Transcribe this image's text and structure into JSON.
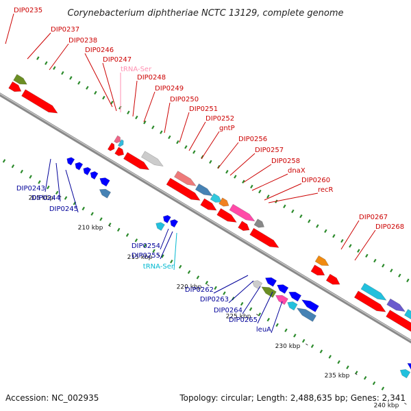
{
  "title": "Corynebacterium diphtheriae NCTC 13129, complete genome",
  "footer": {
    "accession": "Accession: NC_002935",
    "summary": "Topology: circular; Length: 2,488,635 bp; Genes: 2,341"
  },
  "colors": {
    "forward_gene": "#ff0000",
    "reverse_gene": "#0000ff",
    "backbone": "#888888",
    "gc_tick": "#2b8a2b",
    "label_forward": "#cc0000",
    "label_reverse": "#000099",
    "label_trna_forward": "#ff8fb0",
    "label_trna_reverse": "#00b8d0"
  },
  "tick_labels": [
    "205 kbp",
    "210 kbp",
    "215 kbp",
    "220 kbp",
    "225 kbp",
    "230 kbp",
    "235 kbp",
    "240 kbp"
  ],
  "forward_labels": [
    "DIP0235",
    "DIP0237",
    "DIP0238",
    "DIP0246",
    "DIP0247",
    "tRNA-Ser",
    "DIP0248",
    "DIP0249",
    "DIP0250",
    "DIP0251",
    "DIP0252",
    "gntP",
    "DIP0256",
    "DIP0257",
    "DIP0258",
    "dnaX",
    "DIP0260",
    "recR",
    "DIP0267",
    "DIP0268"
  ],
  "reverse_labels": [
    "DIP0243",
    "DIP0244",
    "DIP0245",
    "DIP0254",
    "DIP0255",
    "tRNA-Ser",
    "DIP0262",
    "DIP0263",
    "DIP0264",
    "DIP0265",
    "leuA"
  ]
}
